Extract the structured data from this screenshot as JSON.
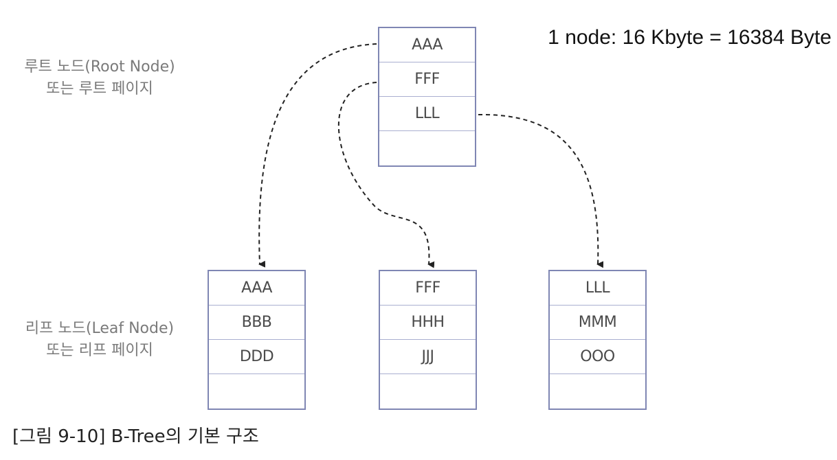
{
  "info": "1 node: 16 Kbyte = 16384 Byte",
  "labels": {
    "root_line1": "루트 노드(Root Node)",
    "root_line2": "또는 루트 페이지",
    "leaf_line1": "리프 노드(Leaf Node)",
    "leaf_line2": "또는 리프 페이지"
  },
  "caption": "[그림 9-10] B-Tree의 기본 구조",
  "colors": {
    "node_border": "#7f86b3",
    "arrow": "#222222"
  },
  "root": {
    "keys": [
      "AAA",
      "FFF",
      "LLL",
      ""
    ]
  },
  "leaves": [
    {
      "keys": [
        "AAA",
        "BBB",
        "DDD",
        ""
      ]
    },
    {
      "keys": [
        "FFF",
        "HHH",
        "JJJ",
        ""
      ]
    },
    {
      "keys": [
        "LLL",
        "MMM",
        "OOO",
        ""
      ]
    }
  ]
}
